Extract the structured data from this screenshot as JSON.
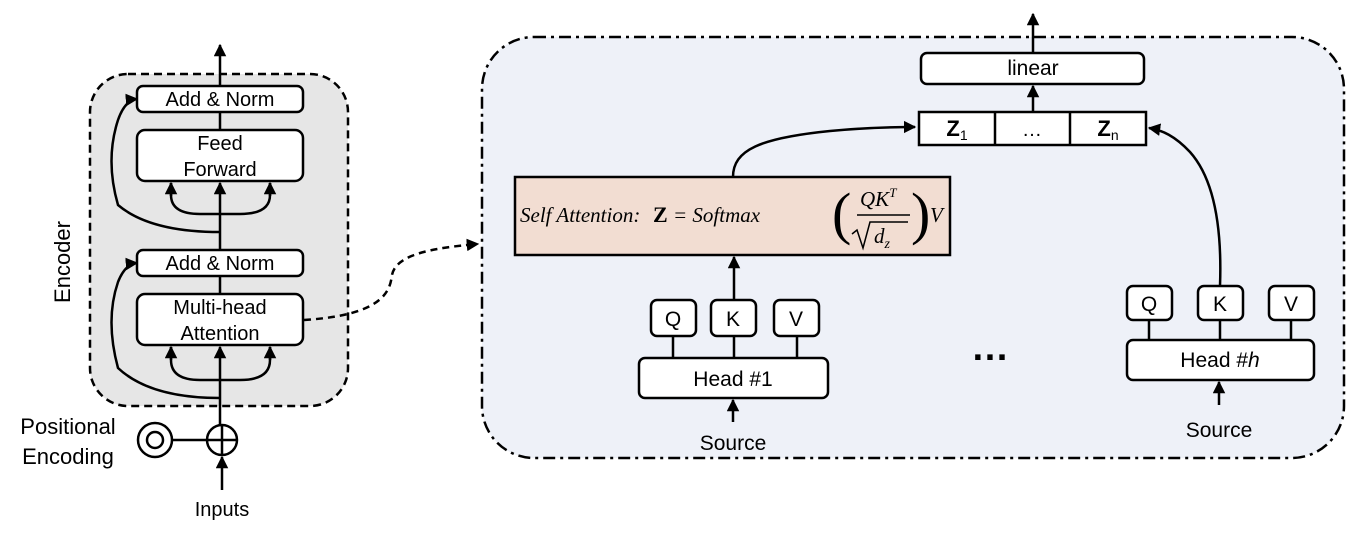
{
  "encoder": {
    "side_label": "Encoder",
    "add_norm_top": "Add & Norm",
    "feed_forward_line1": "Feed",
    "feed_forward_line2": "Forward",
    "add_norm_bottom": "Add & Norm",
    "mha_line1": "Multi-head",
    "mha_line2": "Attention",
    "positional_line1": "Positional",
    "positional_line2": "Encoding",
    "inputs": "Inputs"
  },
  "detail": {
    "linear": "linear",
    "z_first": "Z",
    "z_first_sub": "1",
    "z_ellipsis": "…",
    "z_last": "Z",
    "z_last_sub": "n",
    "self_attention_prefix": "Self Attention:",
    "formula_z": "Z",
    "formula_eq": "= Softmax",
    "formula_numerator": "QK",
    "formula_numerator_sup": "T",
    "formula_denom": "d",
    "formula_denom_sub": "z",
    "formula_v": "V",
    "head1": {
      "q": "Q",
      "k": "K",
      "v": "V",
      "label": "Head #1",
      "source": "Source"
    },
    "between_heads": "…",
    "headh": {
      "q": "Q",
      "k": "K",
      "v": "V",
      "label_prefix": "Head #",
      "label_var": "h",
      "source": "Source"
    }
  },
  "colors": {
    "encoder_bg": "#e6e6e6",
    "detail_bg": "#eef1f8",
    "formula_bg": "#f2ddd2",
    "stroke": "#000000"
  }
}
